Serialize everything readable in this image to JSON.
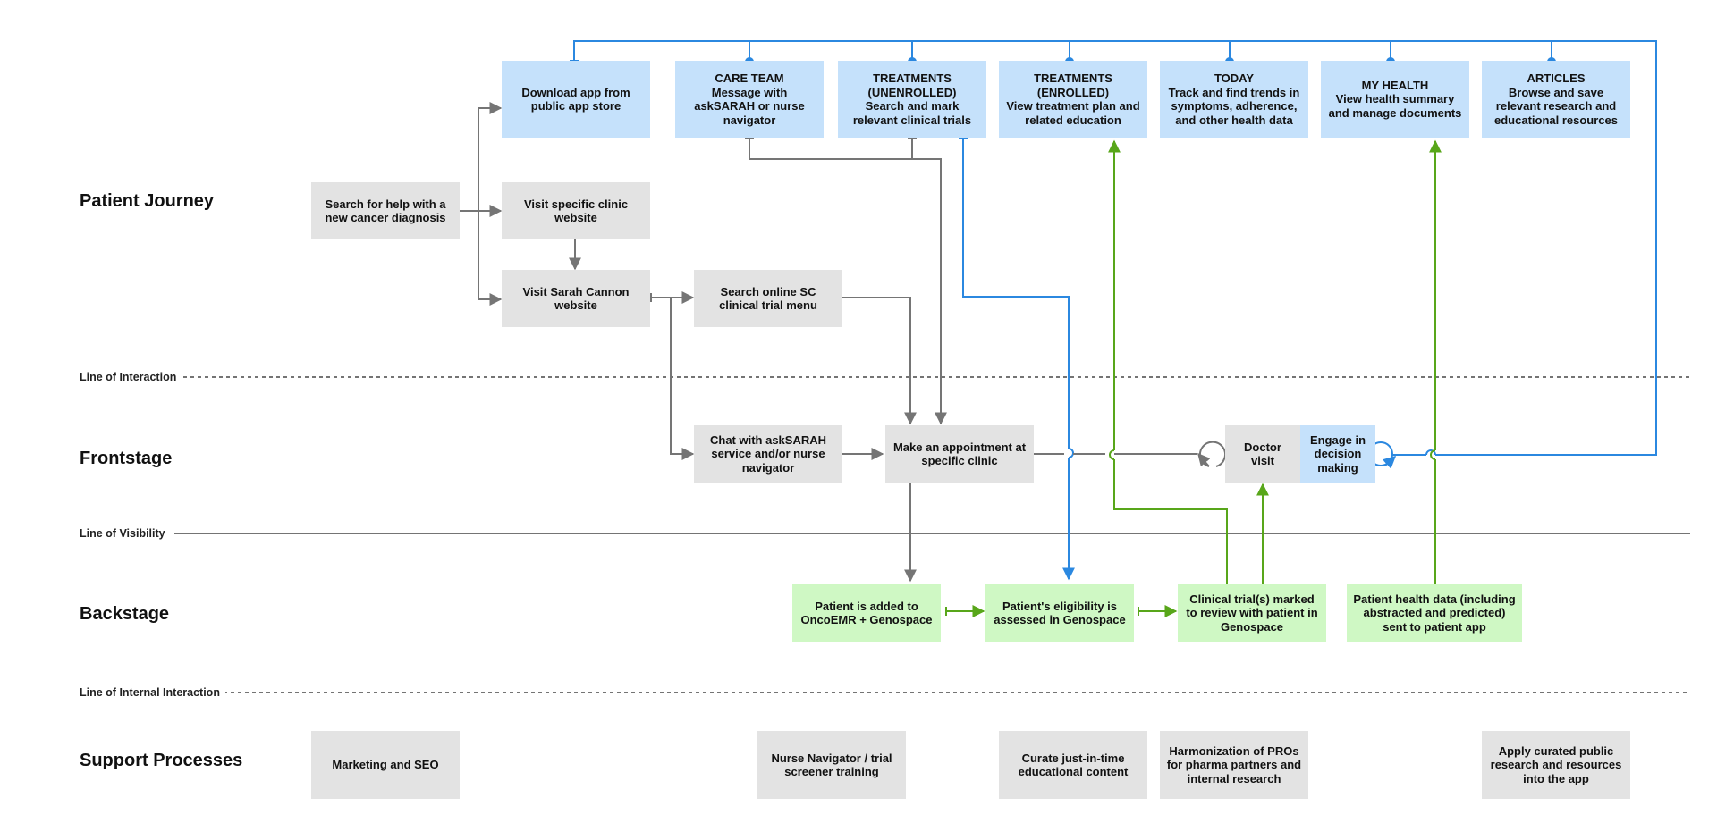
{
  "colors": {
    "gray_box": "#e3e3e3",
    "blue_box": "#c5e1fb",
    "green_box": "#cff8c4",
    "gray_flow": "#757575",
    "blue_flow": "#2b88e0",
    "green_flow": "#58a61a"
  },
  "lanes": {
    "patient_journey": "Patient Journey",
    "frontstage": "Frontstage",
    "backstage": "Backstage",
    "support": "Support Processes"
  },
  "lines": {
    "interaction": "Line of Interaction",
    "visibility": "Line of Visibility",
    "internal": "Line of Internal Interaction"
  },
  "journey": {
    "search_help": "Search for help with a new cancer diagnosis",
    "download_app": "Download app from public app store",
    "visit_clinic": "Visit specific clinic website",
    "visit_sarah": "Visit Sarah Cannon website",
    "search_trials": "Search online SC clinical trial menu"
  },
  "app_screens": {
    "care_team": {
      "title": "CARE TEAM",
      "desc": "Message with askSARAH or nurse navigator"
    },
    "treatments_unenrolled": {
      "title": "TREATMENTS (UNENROLLED)",
      "desc": "Search and mark relevant clinical trials"
    },
    "treatments_enrolled": {
      "title": "TREATMENTS (ENROLLED)",
      "desc": "View treatment plan and related education"
    },
    "today": {
      "title": "TODAY",
      "desc": "Track and find trends in symptoms, adherence, and other health data"
    },
    "my_health": {
      "title": "MY HEALTH",
      "desc": "View health summary and manage documents"
    },
    "articles": {
      "title": "ARTICLES",
      "desc": "Browse and save relevant research and educational resources"
    }
  },
  "frontstage": {
    "chat": "Chat with askSARAH service and/or nurse navigator",
    "appointment": "Make an appointment at specific clinic",
    "doctor_visit": "Doctor visit",
    "engage": "Engage in decision making"
  },
  "backstage": {
    "oncoemr": "Patient is added to OncoEMR + Genospace",
    "eligibility": "Patient's eligibility is assessed in Genospace",
    "trial_marked": "Clinical trial(s) marked to review with patient in Genospace",
    "health_data": "Patient health data (including abstracted and predicted) sent to patient app"
  },
  "support": {
    "marketing": "Marketing and SEO",
    "nurse_training": "Nurse Navigator / trial screener training",
    "curate": "Curate just-in-time educational content",
    "harmonization": "Harmonization of PROs for pharma partners and internal research",
    "apply_research": "Apply curated public research and resources into the app"
  }
}
